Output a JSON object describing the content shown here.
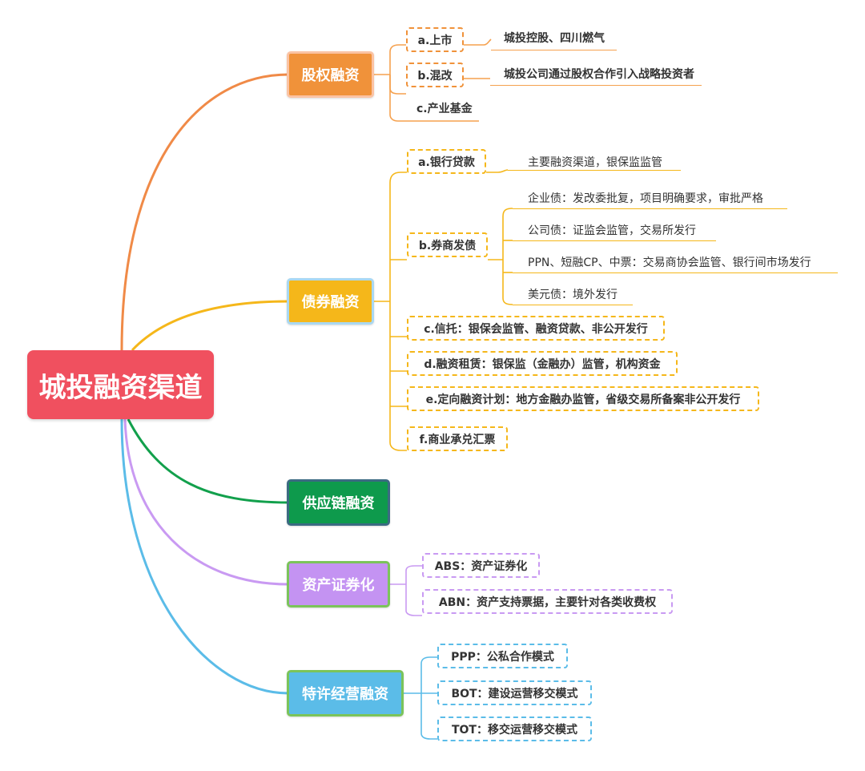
{
  "root": {
    "label": "城投融资渠道",
    "color": "#f0505f"
  },
  "branches": {
    "equity": {
      "label": "股权融资",
      "color": "#f0923a",
      "items": {
        "a": {
          "label": "a.上市",
          "detail": "城投控股、四川燃气"
        },
        "b": {
          "label": "b.混改",
          "detail": "城投公司通过股权合作引入战略投资者"
        },
        "c": {
          "label": "c.产业基金"
        }
      }
    },
    "bond": {
      "label": "债券融资",
      "color": "#f5b71a",
      "items": {
        "a": {
          "label": "a.银行贷款",
          "detail": "主要融资渠道，银保监监管"
        },
        "b": {
          "label": "b.券商发债",
          "details": [
            "企业债：发改委批复，项目明确要求，审批严格",
            "公司债：证监会监管，交易所发行",
            "PPN、短融CP、中票：交易商协会监管、银行间市场发行",
            "美元债：境外发行"
          ]
        },
        "c": {
          "label": "c.信托：银保会监管、融资贷款、非公开发行"
        },
        "d": {
          "label": "d.融资租赁：银保监（金融办）监管，机构资金"
        },
        "e": {
          "label": "e.定向融资计划：地方金融办监管，省级交易所备案非公开发行"
        },
        "f": {
          "label": "f.商业承兑汇票"
        }
      }
    },
    "supply": {
      "label": "供应链融资",
      "color": "#0e9a4c"
    },
    "abs": {
      "label": "资产证券化",
      "color": "#c493f2",
      "items": [
        {
          "label": "ABS：资产证券化"
        },
        {
          "label": "ABN：资产支持票据，主要针对各类收费权"
        }
      ]
    },
    "franchise": {
      "label": "特许经营融资",
      "color": "#5bbce8",
      "items": [
        {
          "label": "PPP：公私合作模式"
        },
        {
          "label": "BOT：建设运营移交模式"
        },
        {
          "label": "TOT：移交运营移交模式"
        }
      ]
    }
  }
}
